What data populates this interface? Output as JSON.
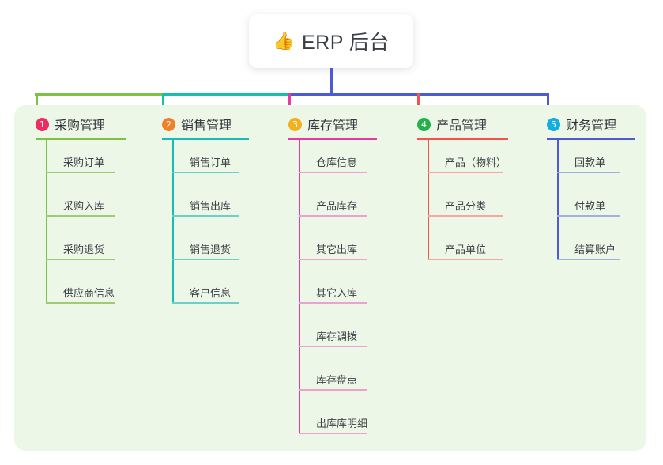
{
  "diagram": {
    "title": "ERP 后台",
    "title_icon": "thumbs-up-icon",
    "title_emoji": "👍",
    "background": "#ffffff",
    "panel_color": "#edf7e7",
    "bus_segments": [
      {
        "name": "bus-green",
        "color": "#7dc243"
      },
      {
        "name": "bus-teal",
        "color": "#17bdb0"
      },
      {
        "name": "bus-indigo",
        "color": "#4c5bd4"
      }
    ],
    "root_drop_color": "#4c5bd4"
  },
  "columns": [
    {
      "index": "1",
      "label": "采购管理",
      "badge_color": "#ec2d61",
      "rule_color": "#7dc243",
      "leaf_color": "#9ccd72",
      "spine_color": "#7dc243",
      "drop_color": "#7dc243",
      "items": [
        {
          "label": "采购订单"
        },
        {
          "label": "采购入库"
        },
        {
          "label": "采购退货"
        },
        {
          "label": "供应商信息"
        }
      ]
    },
    {
      "index": "2",
      "label": "销售管理",
      "badge_color": "#f07f28",
      "rule_color": "#17bdb0",
      "leaf_color": "#6ecfc6",
      "spine_color": "#17bdb0",
      "drop_color": "#17bdb0",
      "items": [
        {
          "label": "销售订单"
        },
        {
          "label": "销售出库"
        },
        {
          "label": "销售退货"
        },
        {
          "label": "客户信息"
        }
      ]
    },
    {
      "index": "3",
      "label": "库存管理",
      "badge_color": "#f0b020",
      "rule_color": "#e8399e",
      "leaf_color": "#efa0cd",
      "spine_color": "#e8399e",
      "drop_color": "#e8399e",
      "items": [
        {
          "label": "仓库信息"
        },
        {
          "label": "产品库存"
        },
        {
          "label": "其它出库"
        },
        {
          "label": "其它入库"
        },
        {
          "label": "库存调拨"
        },
        {
          "label": "库存盘点"
        },
        {
          "label": "出库库明细"
        }
      ]
    },
    {
      "index": "4",
      "label": "产品管理",
      "badge_color": "#25b04b",
      "rule_color": "#f4524d",
      "leaf_color": "#f7a6a0",
      "spine_color": "#f4524d",
      "drop_color": "#f4524d",
      "items": [
        {
          "label": "产品（物料）"
        },
        {
          "label": "产品分类"
        },
        {
          "label": "产品单位"
        }
      ]
    },
    {
      "index": "5",
      "label": "财务管理",
      "badge_color": "#12aee0",
      "rule_color": "#4c5bd4",
      "leaf_color": "#9fb0e0",
      "spine_color": "#4c5bd4",
      "drop_color": "#4c5bd4",
      "items": [
        {
          "label": "回款单"
        },
        {
          "label": "付款单"
        },
        {
          "label": "结算账户"
        }
      ]
    }
  ]
}
